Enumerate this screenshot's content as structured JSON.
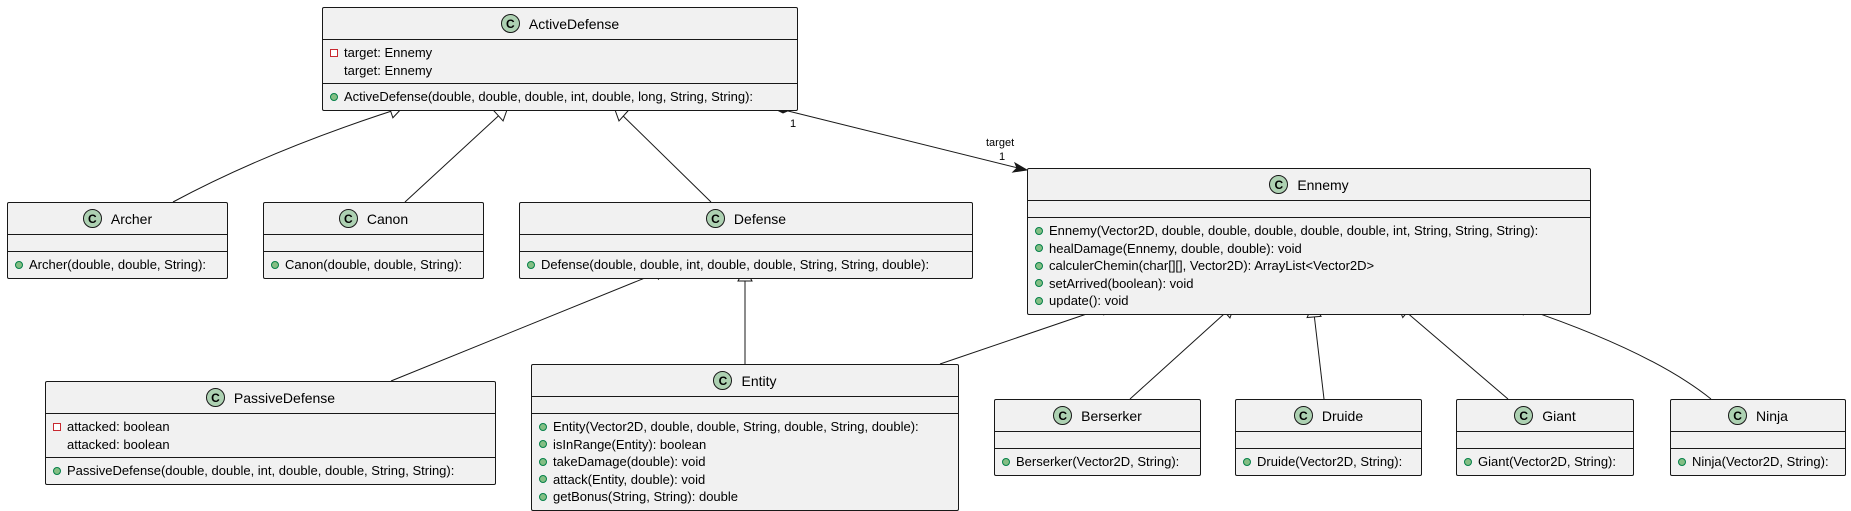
{
  "classes": {
    "activedefense": {
      "name": "ActiveDefense",
      "fields": [
        {
          "vis": "private",
          "text": "target: Ennemy"
        },
        {
          "vis": "none",
          "text": "target: Ennemy"
        }
      ],
      "methods": [
        {
          "vis": "public",
          "text": "ActiveDefense(double, double, double, int, double, long, String, String):"
        }
      ]
    },
    "archer": {
      "name": "Archer",
      "fields": [],
      "methods": [
        {
          "vis": "public",
          "text": "Archer(double, double, String):"
        }
      ]
    },
    "canon": {
      "name": "Canon",
      "fields": [],
      "methods": [
        {
          "vis": "public",
          "text": "Canon(double, double, String):"
        }
      ]
    },
    "defense": {
      "name": "Defense",
      "fields": [],
      "methods": [
        {
          "vis": "public",
          "text": "Defense(double, double, int, double, double, String, String, double):"
        }
      ]
    },
    "ennemy": {
      "name": "Ennemy",
      "fields": [],
      "methods": [
        {
          "vis": "public",
          "text": "Ennemy(Vector2D, double, double, double, double, double, int, String, String, String):"
        },
        {
          "vis": "public",
          "text": "healDamage(Ennemy, double, double): void"
        },
        {
          "vis": "public",
          "text": "calculerChemin(char[][], Vector2D): ArrayList<Vector2D>"
        },
        {
          "vis": "public",
          "text": "setArrived(boolean): void"
        },
        {
          "vis": "public",
          "text": "update(): void"
        }
      ]
    },
    "passivedefense": {
      "name": "PassiveDefense",
      "fields": [
        {
          "vis": "private",
          "text": "attacked: boolean"
        },
        {
          "vis": "none",
          "text": "attacked: boolean"
        }
      ],
      "methods": [
        {
          "vis": "public",
          "text": "PassiveDefense(double, double, int, double, double, String, String):"
        }
      ]
    },
    "entity": {
      "name": "Entity",
      "fields": [],
      "methods": [
        {
          "vis": "public",
          "text": "Entity(Vector2D, double, double, String, double, String, double):"
        },
        {
          "vis": "public",
          "text": "isInRange(Entity): boolean"
        },
        {
          "vis": "public",
          "text": "takeDamage(double): void"
        },
        {
          "vis": "public",
          "text": "attack(Entity, double): void"
        },
        {
          "vis": "public",
          "text": "getBonus(String, String): double"
        }
      ]
    },
    "berserker": {
      "name": "Berserker",
      "fields": [],
      "methods": [
        {
          "vis": "public",
          "text": "Berserker(Vector2D, String):"
        }
      ]
    },
    "druide": {
      "name": "Druide",
      "fields": [],
      "methods": [
        {
          "vis": "public",
          "text": "Druide(Vector2D, String):"
        }
      ]
    },
    "giant": {
      "name": "Giant",
      "fields": [],
      "methods": [
        {
          "vis": "public",
          "text": "Giant(Vector2D, String):"
        }
      ]
    },
    "ninja": {
      "name": "Ninja",
      "fields": [],
      "methods": [
        {
          "vis": "public",
          "text": "Ninja(Vector2D, String):"
        }
      ]
    }
  },
  "relations": [
    {
      "from": "archer",
      "to": "activedefense",
      "type": "extends"
    },
    {
      "from": "canon",
      "to": "activedefense",
      "type": "extends"
    },
    {
      "from": "defense",
      "to": "activedefense",
      "type": "extends"
    },
    {
      "from": "passivedefense",
      "to": "defense",
      "type": "extends"
    },
    {
      "from": "entity",
      "to": "defense",
      "type": "extends"
    },
    {
      "from": "entity",
      "to": "ennemy",
      "type": "extends"
    },
    {
      "from": "berserker",
      "to": "ennemy",
      "type": "extends"
    },
    {
      "from": "druide",
      "to": "ennemy",
      "type": "extends"
    },
    {
      "from": "giant",
      "to": "ennemy",
      "type": "extends"
    },
    {
      "from": "ninja",
      "to": "ennemy",
      "type": "extends"
    },
    {
      "from": "activedefense",
      "to": "ennemy",
      "type": "composition",
      "source_mult": "1",
      "target_role": "target",
      "target_mult": "1"
    }
  ],
  "class_badge_letter": "C",
  "colors": {
    "box_fill": "#f1f1f1",
    "border": "#181818",
    "badge": "#add1b2",
    "public": "#84be84",
    "private": "#c82930"
  }
}
